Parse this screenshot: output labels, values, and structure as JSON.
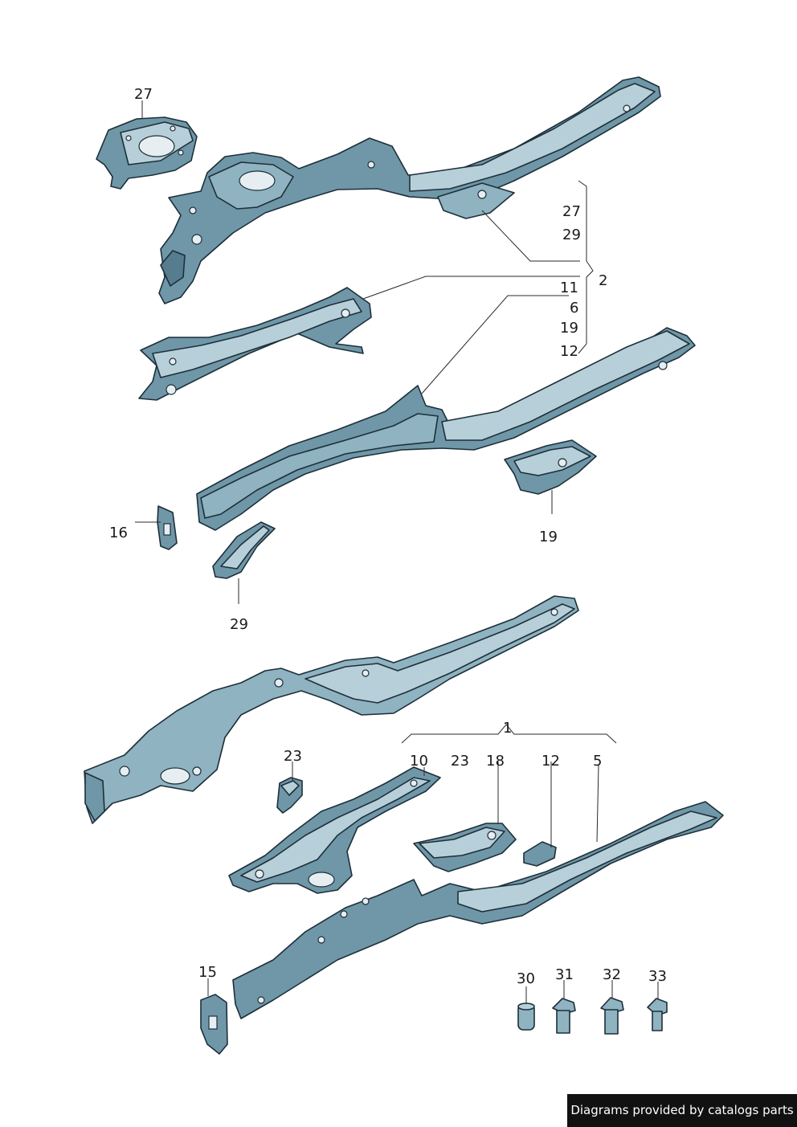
{
  "callouts": {
    "c27a": "27",
    "c27b": "27",
    "c29a": "29",
    "c2": "2",
    "c11": "11",
    "c6": "6",
    "c19a": "19",
    "c12a": "12",
    "c16": "16",
    "c19b": "19",
    "c29b": "29",
    "c1": "1",
    "c23a": "23",
    "c10": "10",
    "c23b": "23",
    "c18": "18",
    "c12b": "12",
    "c5": "5",
    "c15": "15",
    "c30": "30",
    "c31": "31",
    "c32": "32",
    "c33": "33"
  },
  "footer": {
    "text": "Diagrams provided by catalogs parts"
  },
  "colors": {
    "part_light": "#b7cfd8",
    "part_mid": "#8fb3c0",
    "part_dark": "#557d8e",
    "outline": "#1d2f3a",
    "footer_bg": "#111111"
  }
}
